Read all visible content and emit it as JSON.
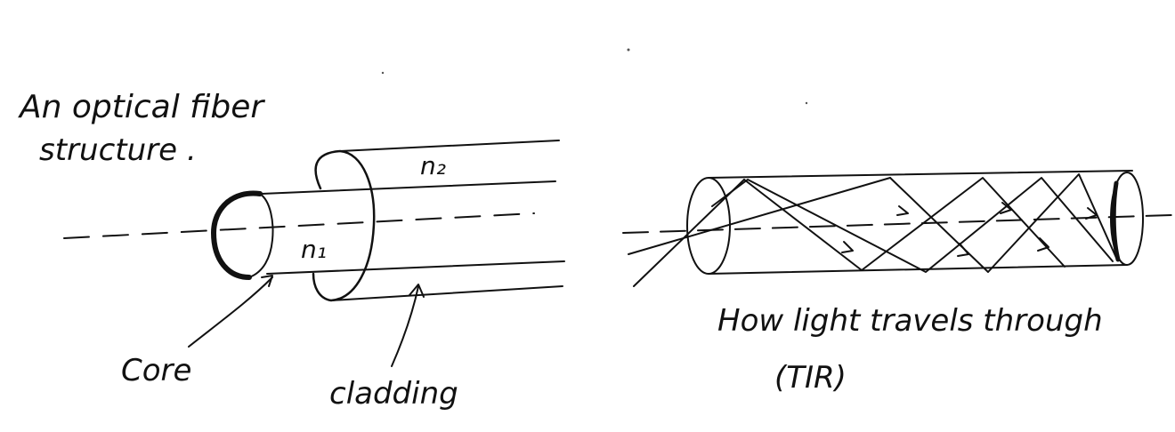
{
  "left_figure": {
    "title_line1": "An optical fiber",
    "title_line2": "structure .",
    "n_cladding": "n₂",
    "n_core": "n₁",
    "core_label": "Core",
    "cladding_label": "cladding"
  },
  "right_figure": {
    "caption_line1": "How light travels through",
    "caption_line2": "(TIR)"
  },
  "colors": {
    "ink": "#111111",
    "paper": "#ffffff"
  }
}
